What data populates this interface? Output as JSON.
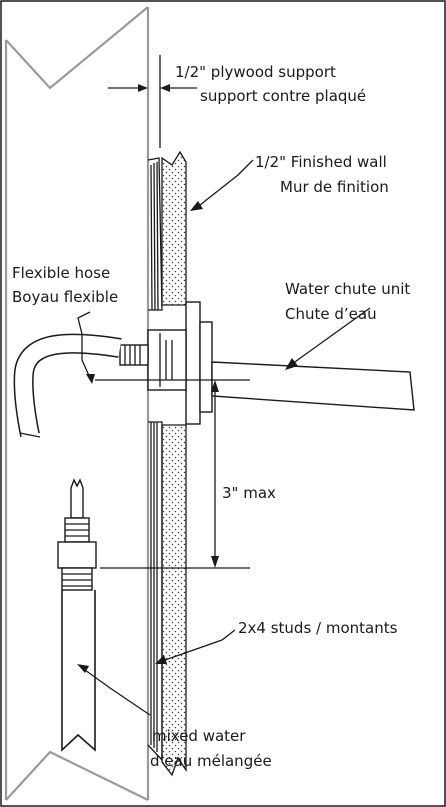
{
  "labels": {
    "plywood_en": "1/2\" plywood support",
    "plywood_fr": "support contre plaqué",
    "finished_en": "1/2\" Finished wall",
    "finished_fr": "Mur de finition",
    "hose_en": "Flexible hose",
    "hose_fr": "Boyau flexible",
    "chute_en": "Water chute unit",
    "chute_fr": "Chute d’eau",
    "max_height": "3\" max",
    "studs": "2x4 studs / montants",
    "mixed_en": "mixed water",
    "mixed_fr": "d’eau mélangée"
  }
}
